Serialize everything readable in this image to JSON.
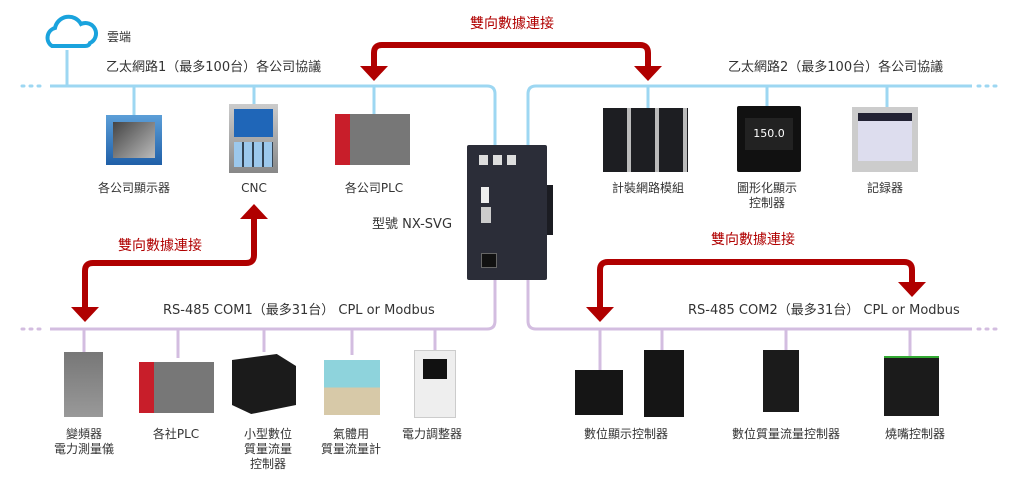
{
  "colors": {
    "ethernet": "#9dd7f2",
    "rs485": "#d3bde0",
    "arrow": "#b00000",
    "cloud": "#1aa3dd"
  },
  "cloud": {
    "label": "雲端",
    "icon": "cloud-icon"
  },
  "arrows": {
    "top": "雙向數據連接",
    "left": "雙向數據連接",
    "right": "雙向數據連接"
  },
  "center": {
    "model_label": "型號 NX-SVG"
  },
  "ethernet1": {
    "label": "乙太網路1（最多100台）各公司協議",
    "devices": [
      {
        "label": "各公司顯示器"
      },
      {
        "label": "CNC"
      },
      {
        "label": "各公司PLC"
      }
    ]
  },
  "ethernet2": {
    "label": "乙太網路2（最多100台）各公司協議",
    "devices": [
      {
        "label": "計裝網路模組"
      },
      {
        "label": "圖形化顯示",
        "label2": "控制器"
      },
      {
        "label": "記録器"
      }
    ]
  },
  "com1": {
    "label": "RS-485 COM1（最多31台） CPL or Modbus",
    "devices": [
      {
        "label": "變頻器",
        "label2": "電力測量儀"
      },
      {
        "label": "各社PLC"
      },
      {
        "label": "小型數位",
        "label2": "質量流量",
        "label3": "控制器"
      },
      {
        "label": "氣體用",
        "label2": "質量流量計"
      },
      {
        "label": "電力調整器"
      }
    ]
  },
  "com2": {
    "label": "RS-485 COM2（最多31台） CPL or Modbus",
    "devices": [
      {
        "label": "數位顯示控制器"
      },
      {
        "label": "數位質量流量控制器"
      },
      {
        "label": "燒嘴控制器"
      }
    ]
  }
}
